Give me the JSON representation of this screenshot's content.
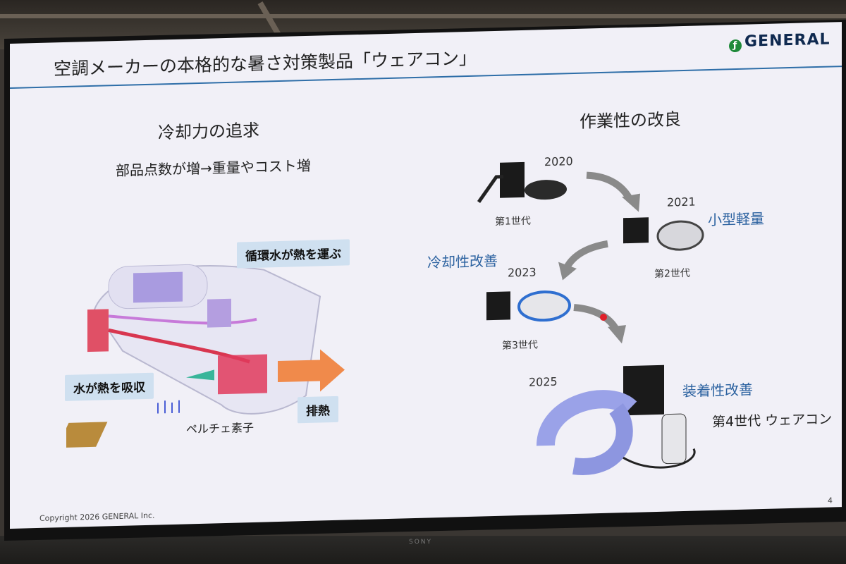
{
  "slide": {
    "title": "空調メーカーの本格的な暑さ対策製品「ウェアコン」",
    "logo": "GENERAL",
    "left_heading": "冷却力の追求",
    "left_subheading": "部品点数が増→重量やコスト増",
    "right_heading": "作業性の改良",
    "diagram_labels": {
      "circulating_water": "循環水が熱を運ぶ",
      "water_absorbs": "水が熱を吸収",
      "peltier": "ペルチェ素子",
      "exhaust": "排熱"
    },
    "generations": [
      {
        "year": "2020",
        "label": "第1世代"
      },
      {
        "year": "2021",
        "label": "第2世代",
        "note": "小型軽量"
      },
      {
        "year": "2023",
        "label": "第3世代",
        "note": "冷却性改善"
      },
      {
        "year": "2025",
        "label": "第4世代 ウェアコン",
        "note": "装着性改善"
      }
    ],
    "copyright": "Copyright 2026 GENERAL Inc.",
    "page_number": "4"
  },
  "monitor_brand": "SONY",
  "colors": {
    "accent_blue": "#2c62a0",
    "title_rule": "#2e6ea8",
    "callout_bg": "#cfe0f0",
    "exhaust_arrow": "#f08a4b"
  }
}
